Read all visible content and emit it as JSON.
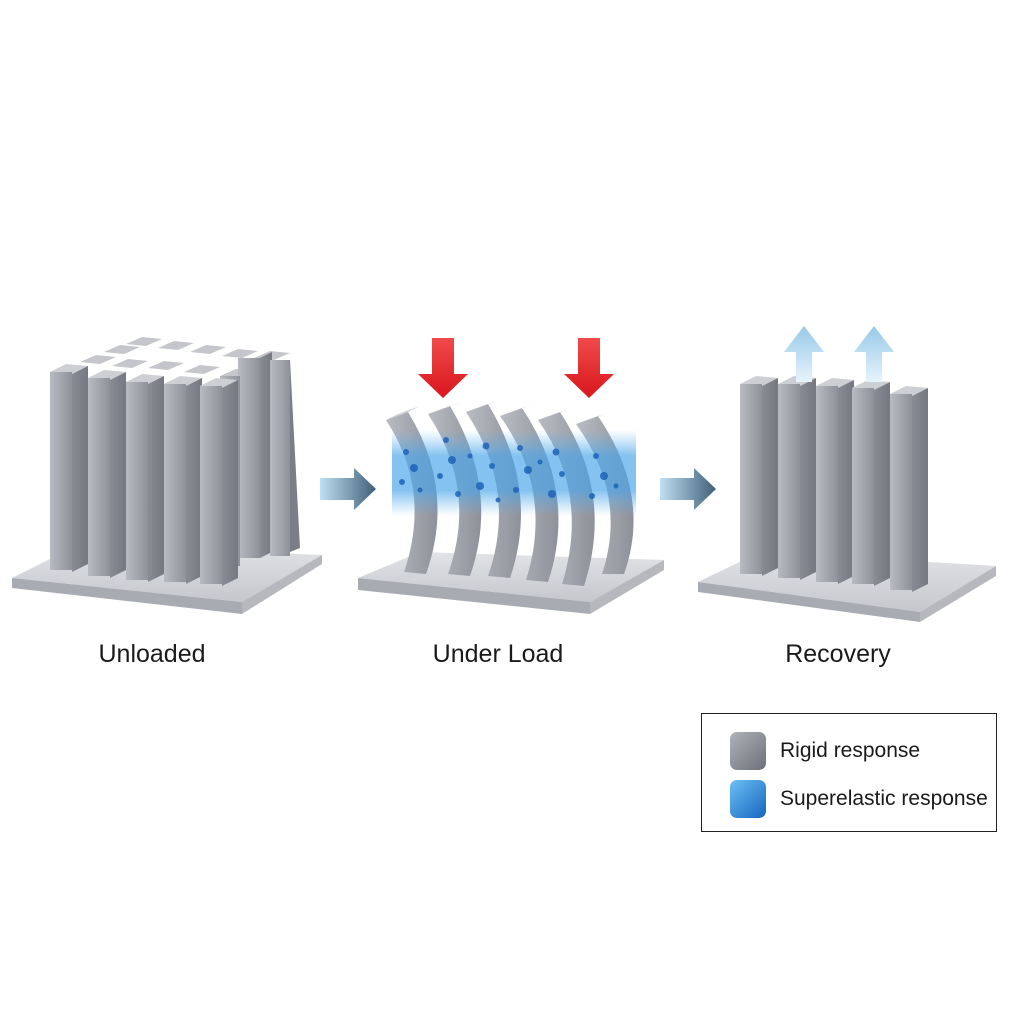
{
  "stages": [
    {
      "id": "unloaded",
      "label": "Unloaded"
    },
    {
      "id": "under_load",
      "label": "Under Load"
    },
    {
      "id": "recovery",
      "label": "Recovery"
    }
  ],
  "legend": {
    "items": [
      {
        "label": "Rigid response",
        "color": "#8d8f97"
      },
      {
        "label": "Superelastic response",
        "color": "#2f86d8"
      }
    ]
  },
  "colors": {
    "pillar": "#a6a8b0",
    "base": "#cfd1d6",
    "load_arrow": "#e8262a",
    "recovery_arrow": "#a9d3ee",
    "flow_arrow": "#4d6b82",
    "superelastic": "#2f86d8"
  },
  "icons": {
    "load_arrow": "down-arrow-icon",
    "recovery_arrow": "up-arrow-icon",
    "flow_arrow": "right-arrow-icon"
  }
}
